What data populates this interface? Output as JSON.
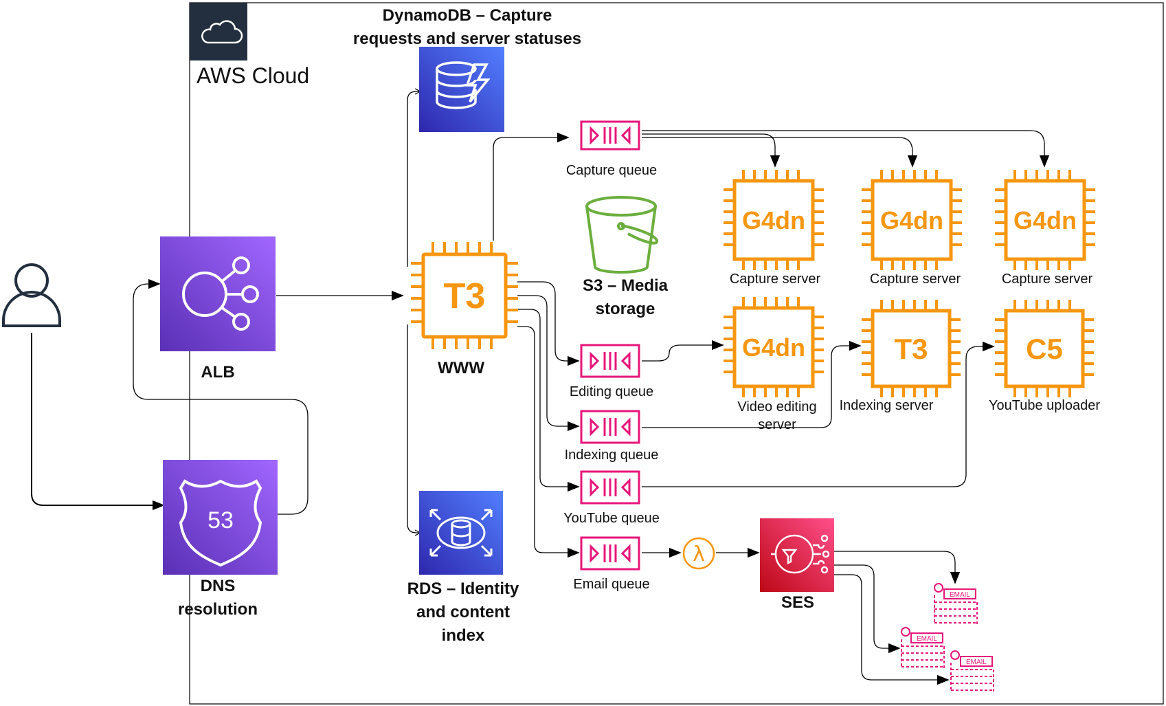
{
  "cloud": {
    "title": "AWS Cloud"
  },
  "nodes": {
    "alb": {
      "label": "ALB"
    },
    "dns": {
      "label_line1": "DNS",
      "label_line2": "resolution"
    },
    "dynamodb": {
      "label_line1": "DynamoDB – Capture",
      "label_line2": "requests and server statuses"
    },
    "www": {
      "chip": "T3",
      "label": "WWW"
    },
    "rds": {
      "label_line1": "RDS – Identity",
      "label_line2": "and content",
      "label_line3": "index"
    },
    "s3": {
      "label_line1": "S3 – Media",
      "label_line2": "storage"
    },
    "capture_server_1": {
      "chip": "G4dn",
      "label": "Capture server"
    },
    "capture_server_2": {
      "chip": "G4dn",
      "label": "Capture server"
    },
    "capture_server_3": {
      "chip": "G4dn",
      "label": "Capture server"
    },
    "video_editing_server": {
      "chip": "G4dn",
      "label_line1": "Video editing",
      "label_line2": "server"
    },
    "indexing_server": {
      "chip": "T3",
      "label": "Indexing server"
    },
    "youtube_uploader": {
      "chip": "C5",
      "label": "YouTube uploader"
    },
    "ses": {
      "label": "SES"
    },
    "lambda": {
      "glyph": "λ"
    },
    "dns_shield": {
      "number": "53"
    },
    "email_icons": {
      "text": "EMAIL"
    }
  },
  "queues": {
    "capture": {
      "label": "Capture queue"
    },
    "editing": {
      "label": "Editing queue"
    },
    "indexing": {
      "label": "Indexing queue"
    },
    "youtube": {
      "label": "YouTube queue"
    },
    "email": {
      "label": "Email queue"
    }
  },
  "colors": {
    "purple_light": "#a166ff",
    "purple_dark": "#5a30b5",
    "blue_light": "#4d72f3",
    "blue_dark": "#2e27ad",
    "orange": "#f7960f",
    "pink": "#e7157b",
    "green": "#6cae3e",
    "cloud_header": "#232f3e"
  }
}
